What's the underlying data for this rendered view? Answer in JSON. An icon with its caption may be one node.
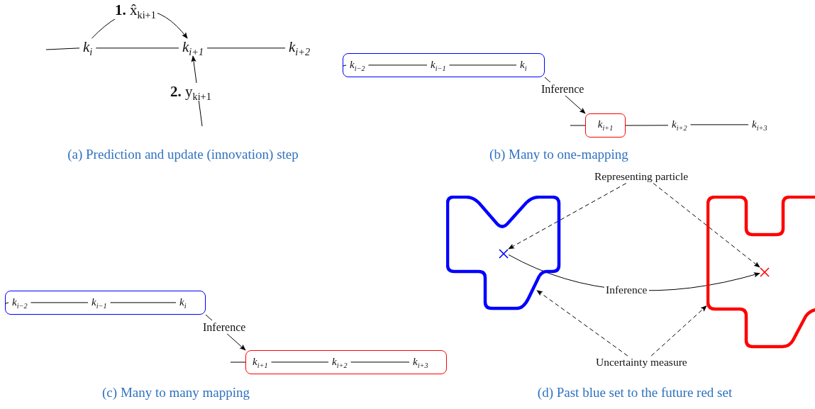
{
  "diagram": {
    "nodes": [
      {
        "text": [
          "k$_{i}$"
        ]
      },
      {
        "text": [
          "k$_{i+1}$"
        ]
      },
      {
        "text": [
          "k$_{i+2}$"
        ]
      },
      {
        "text": [],
        "shape": "box"
      },
      {
        "text": [
          "k$_{i−2}$"
        ],
        "in": 3
      },
      {
        "text": [
          "k$_{i−1}$"
        ],
        "in": 3
      },
      {
        "text": [
          "k$_{i}$"
        ],
        "in": 3
      },
      {
        "text": [
          "k$_{i+1}$"
        ]
      },
      {
        "text": [
          "k$_{i+2}$"
        ]
      },
      {
        "text": [
          "k$_{i+3}$"
        ]
      },
      {
        "text": [],
        "shape": "box"
      },
      {
        "text": [
          "k$_{i−2}$"
        ],
        "in": 10
      },
      {
        "text": [
          "k$_{i−1}$"
        ],
        "in": 10
      },
      {
        "text": [
          "k$_{i}$"
        ],
        "in": 10
      },
      {
        "text": [],
        "shape": "box"
      },
      {
        "text": [
          "k$_{i+1}$"
        ],
        "in": 14
      },
      {
        "text": [
          "k$_{i+2}$"
        ],
        "in": 14
      },
      {
        "text": [
          "k$_{i+3}$"
        ],
        "in": 14
      },
      {
        "text": [],
        "shape": "blob"
      },
      {
        "text": [],
        "shape": "cross",
        "in": 18
      },
      {
        "text": [],
        "shape": "blob"
      },
      {
        "text": [],
        "shape": "cross",
        "in": 20
      },
      {
        "text": [
          "Representing particle"
        ]
      },
      {
        "text": [
          "Uncertainty measure"
        ]
      }
    ],
    "edges": [
      {
        "from": null,
        "to": 0,
        "arrow": "none"
      },
      {
        "from": 0,
        "to": 1,
        "arrow": "none"
      },
      {
        "from": 1,
        "to": 2,
        "arrow": "none"
      },
      {
        "from": 0,
        "to": 1,
        "arrow": "to",
        "label": "**1.** x̂$_{ki+1}$"
      },
      {
        "from": null,
        "to": 1,
        "arrow": "to",
        "label": "**2.** y$_{ki+1}$"
      },
      {
        "from": null,
        "to": 4,
        "arrow": "none"
      },
      {
        "from": 4,
        "to": 5,
        "arrow": "none"
      },
      {
        "from": 5,
        "to": 6,
        "arrow": "none"
      },
      {
        "from": 3,
        "to": 7,
        "arrow": "to",
        "label": "Inference"
      },
      {
        "from": null,
        "to": 7,
        "arrow": "none"
      },
      {
        "from": 7,
        "to": 8,
        "arrow": "none"
      },
      {
        "from": 8,
        "to": 9,
        "arrow": "none"
      },
      {
        "from": null,
        "to": 11,
        "arrow": "none"
      },
      {
        "from": 11,
        "to": 12,
        "arrow": "none"
      },
      {
        "from": 12,
        "to": 13,
        "arrow": "none"
      },
      {
        "from": 10,
        "to": 14,
        "arrow": "to",
        "label": "Inference"
      },
      {
        "from": null,
        "to": 14,
        "arrow": "none"
      },
      {
        "from": 15,
        "to": 16,
        "arrow": "none"
      },
      {
        "from": 16,
        "to": 17,
        "arrow": "none"
      },
      {
        "from": 22,
        "to": 19,
        "arrow": "to",
        "style": "dashed"
      },
      {
        "from": 22,
        "to": 21,
        "arrow": "to",
        "style": "dashed"
      },
      {
        "from": 19,
        "to": 21,
        "arrow": "to",
        "label": "Inference"
      },
      {
        "from": 23,
        "to": 18,
        "arrow": "to",
        "style": "dashed"
      },
      {
        "from": 23,
        "to": 20,
        "arrow": "to",
        "style": "dashed"
      }
    ],
    "labels": [
      "(a) Prediction and update (innovation) step",
      "(b) Many to one-mapping",
      "(c) Many to many mapping",
      "(d) Past blue set to the future red set"
    ]
  }
}
